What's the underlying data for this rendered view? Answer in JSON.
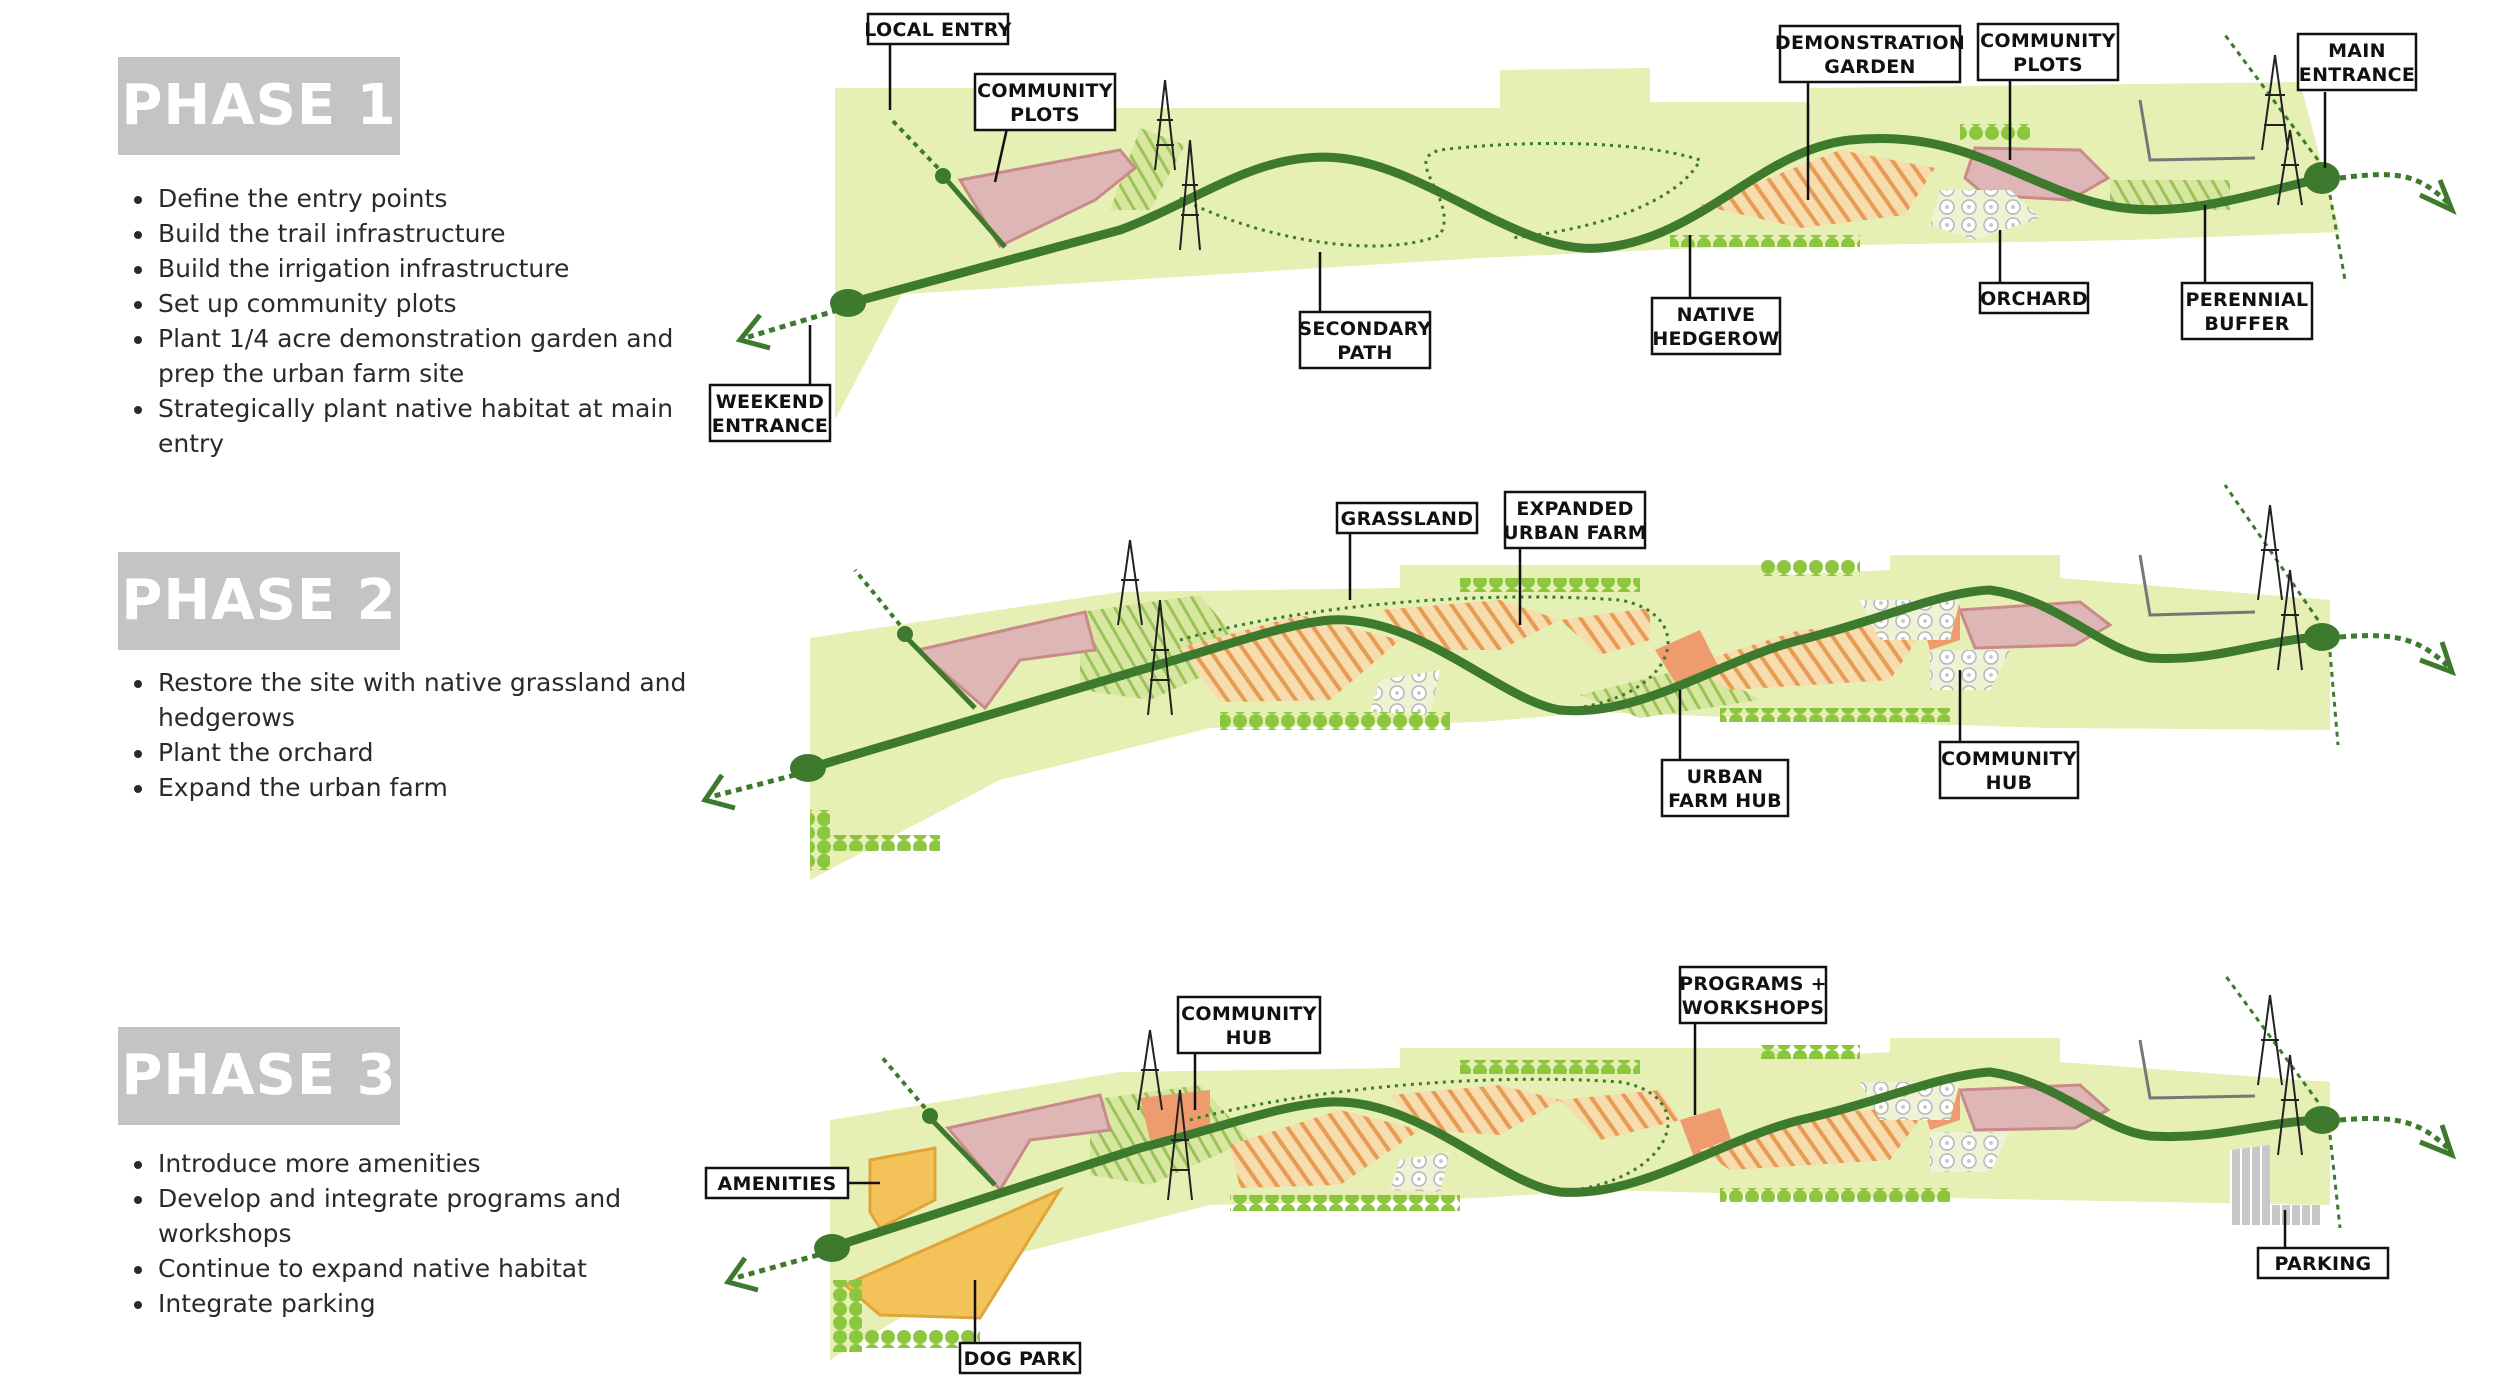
{
  "phases": [
    {
      "title": "PHASE 1",
      "bullets": [
        "Define the entry points",
        "Build the trail infrastructure",
        "Build the irrigation infrastructure",
        "Set up community plots",
        "Plant 1/4 acre demonstration garden and prep the urban farm site",
        "Strategically plant native habitat at main entry"
      ],
      "labels": [
        {
          "lines": [
            "LOCAL ENTRY"
          ]
        },
        {
          "lines": [
            "COMMUNITY",
            "PLOTS"
          ]
        },
        {
          "lines": [
            "DEMONSTRATION",
            "GARDEN"
          ]
        },
        {
          "lines": [
            "COMMUNITY",
            "PLOTS"
          ]
        },
        {
          "lines": [
            "MAIN",
            "ENTRANCE"
          ]
        },
        {
          "lines": [
            "SECONDARY",
            "PATH"
          ]
        },
        {
          "lines": [
            "NATIVE",
            "HEDGEROW"
          ]
        },
        {
          "lines": [
            "ORCHARD"
          ]
        },
        {
          "lines": [
            "PERENNIAL",
            "BUFFER"
          ]
        },
        {
          "lines": [
            "WEEKEND",
            "ENTRANCE"
          ]
        }
      ]
    },
    {
      "title": "PHASE 2",
      "bullets": [
        "Restore the site with native grassland and hedgerows",
        "Plant the orchard",
        "Expand the urban farm"
      ],
      "labels": [
        {
          "lines": [
            "GRASSLAND"
          ]
        },
        {
          "lines": [
            "EXPANDED",
            "URBAN FARM"
          ]
        },
        {
          "lines": [
            "URBAN",
            "FARM HUB"
          ]
        },
        {
          "lines": [
            "COMMUNITY",
            "HUB"
          ]
        }
      ]
    },
    {
      "title": "PHASE 3",
      "bullets": [
        "Introduce more amenities",
        "Develop and integrate programs and workshops",
        "Continue to expand native habitat",
        "Integrate parking"
      ],
      "labels": [
        {
          "lines": [
            "COMMUNITY",
            "HUB"
          ]
        },
        {
          "lines": [
            "PROGRAMS +",
            "WORKSHOPS"
          ]
        },
        {
          "lines": [
            "AMENITIES"
          ]
        },
        {
          "lines": [
            "PARKING"
          ]
        },
        {
          "lines": [
            "DOG PARK"
          ]
        }
      ]
    }
  ],
  "colors": {
    "site": "#e6efb4",
    "site_edge": "#d4e29a",
    "trail": "#3d7a2e",
    "plots": "#dfb6b6",
    "plots_edge": "#c98a8a",
    "farm": "#f7dcae",
    "farm_stripe": "#e79b55",
    "hub": "#ee9b6e",
    "hedge": "#8cc63f",
    "amenity": "#f3c35a",
    "parking": "#c8c8c8",
    "badge": "#c4c4c4"
  }
}
